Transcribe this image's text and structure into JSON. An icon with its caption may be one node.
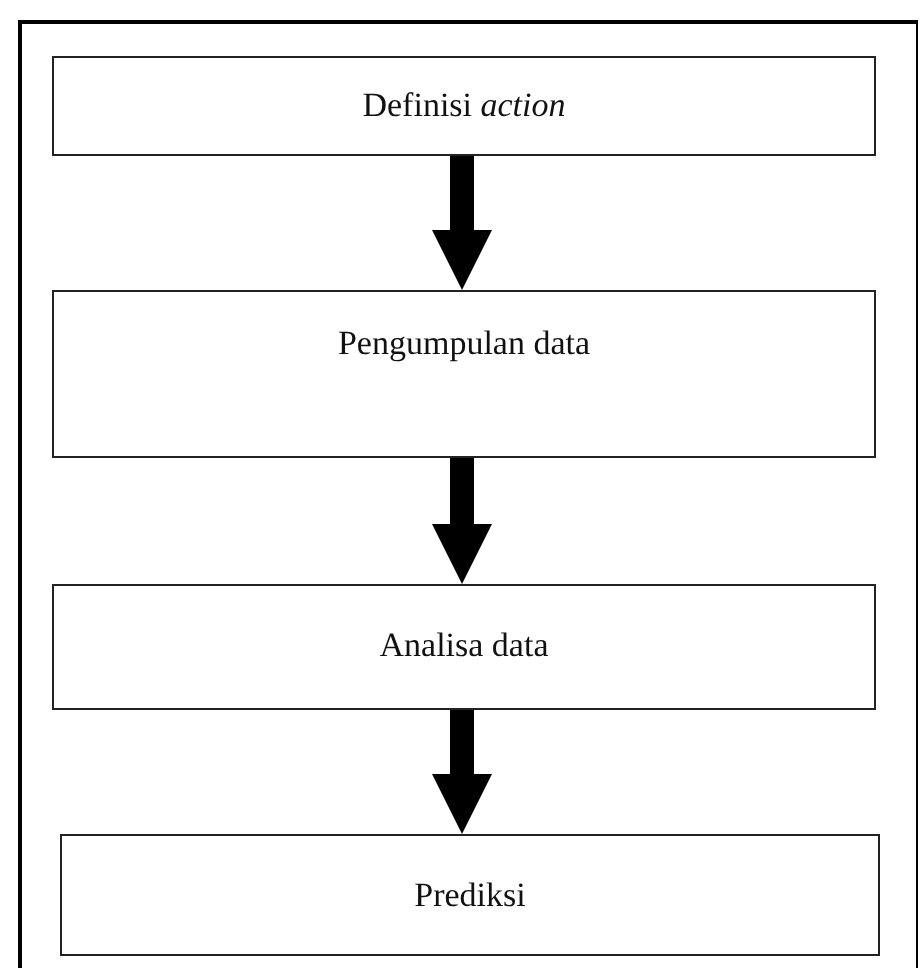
{
  "diagram": {
    "nodes": [
      {
        "text": [
          "Definisi *action*"
        ]
      },
      {
        "text": [
          "Pengumpulan data"
        ]
      },
      {
        "text": [
          "Analisa data"
        ]
      },
      {
        "text": [
          "Prediksi"
        ]
      }
    ],
    "edges": [
      {
        "from": 0,
        "to": 1,
        "arrow": "to"
      },
      {
        "from": 1,
        "to": 2,
        "arrow": "to"
      },
      {
        "from": 2,
        "to": 3,
        "arrow": "to"
      }
    ]
  }
}
